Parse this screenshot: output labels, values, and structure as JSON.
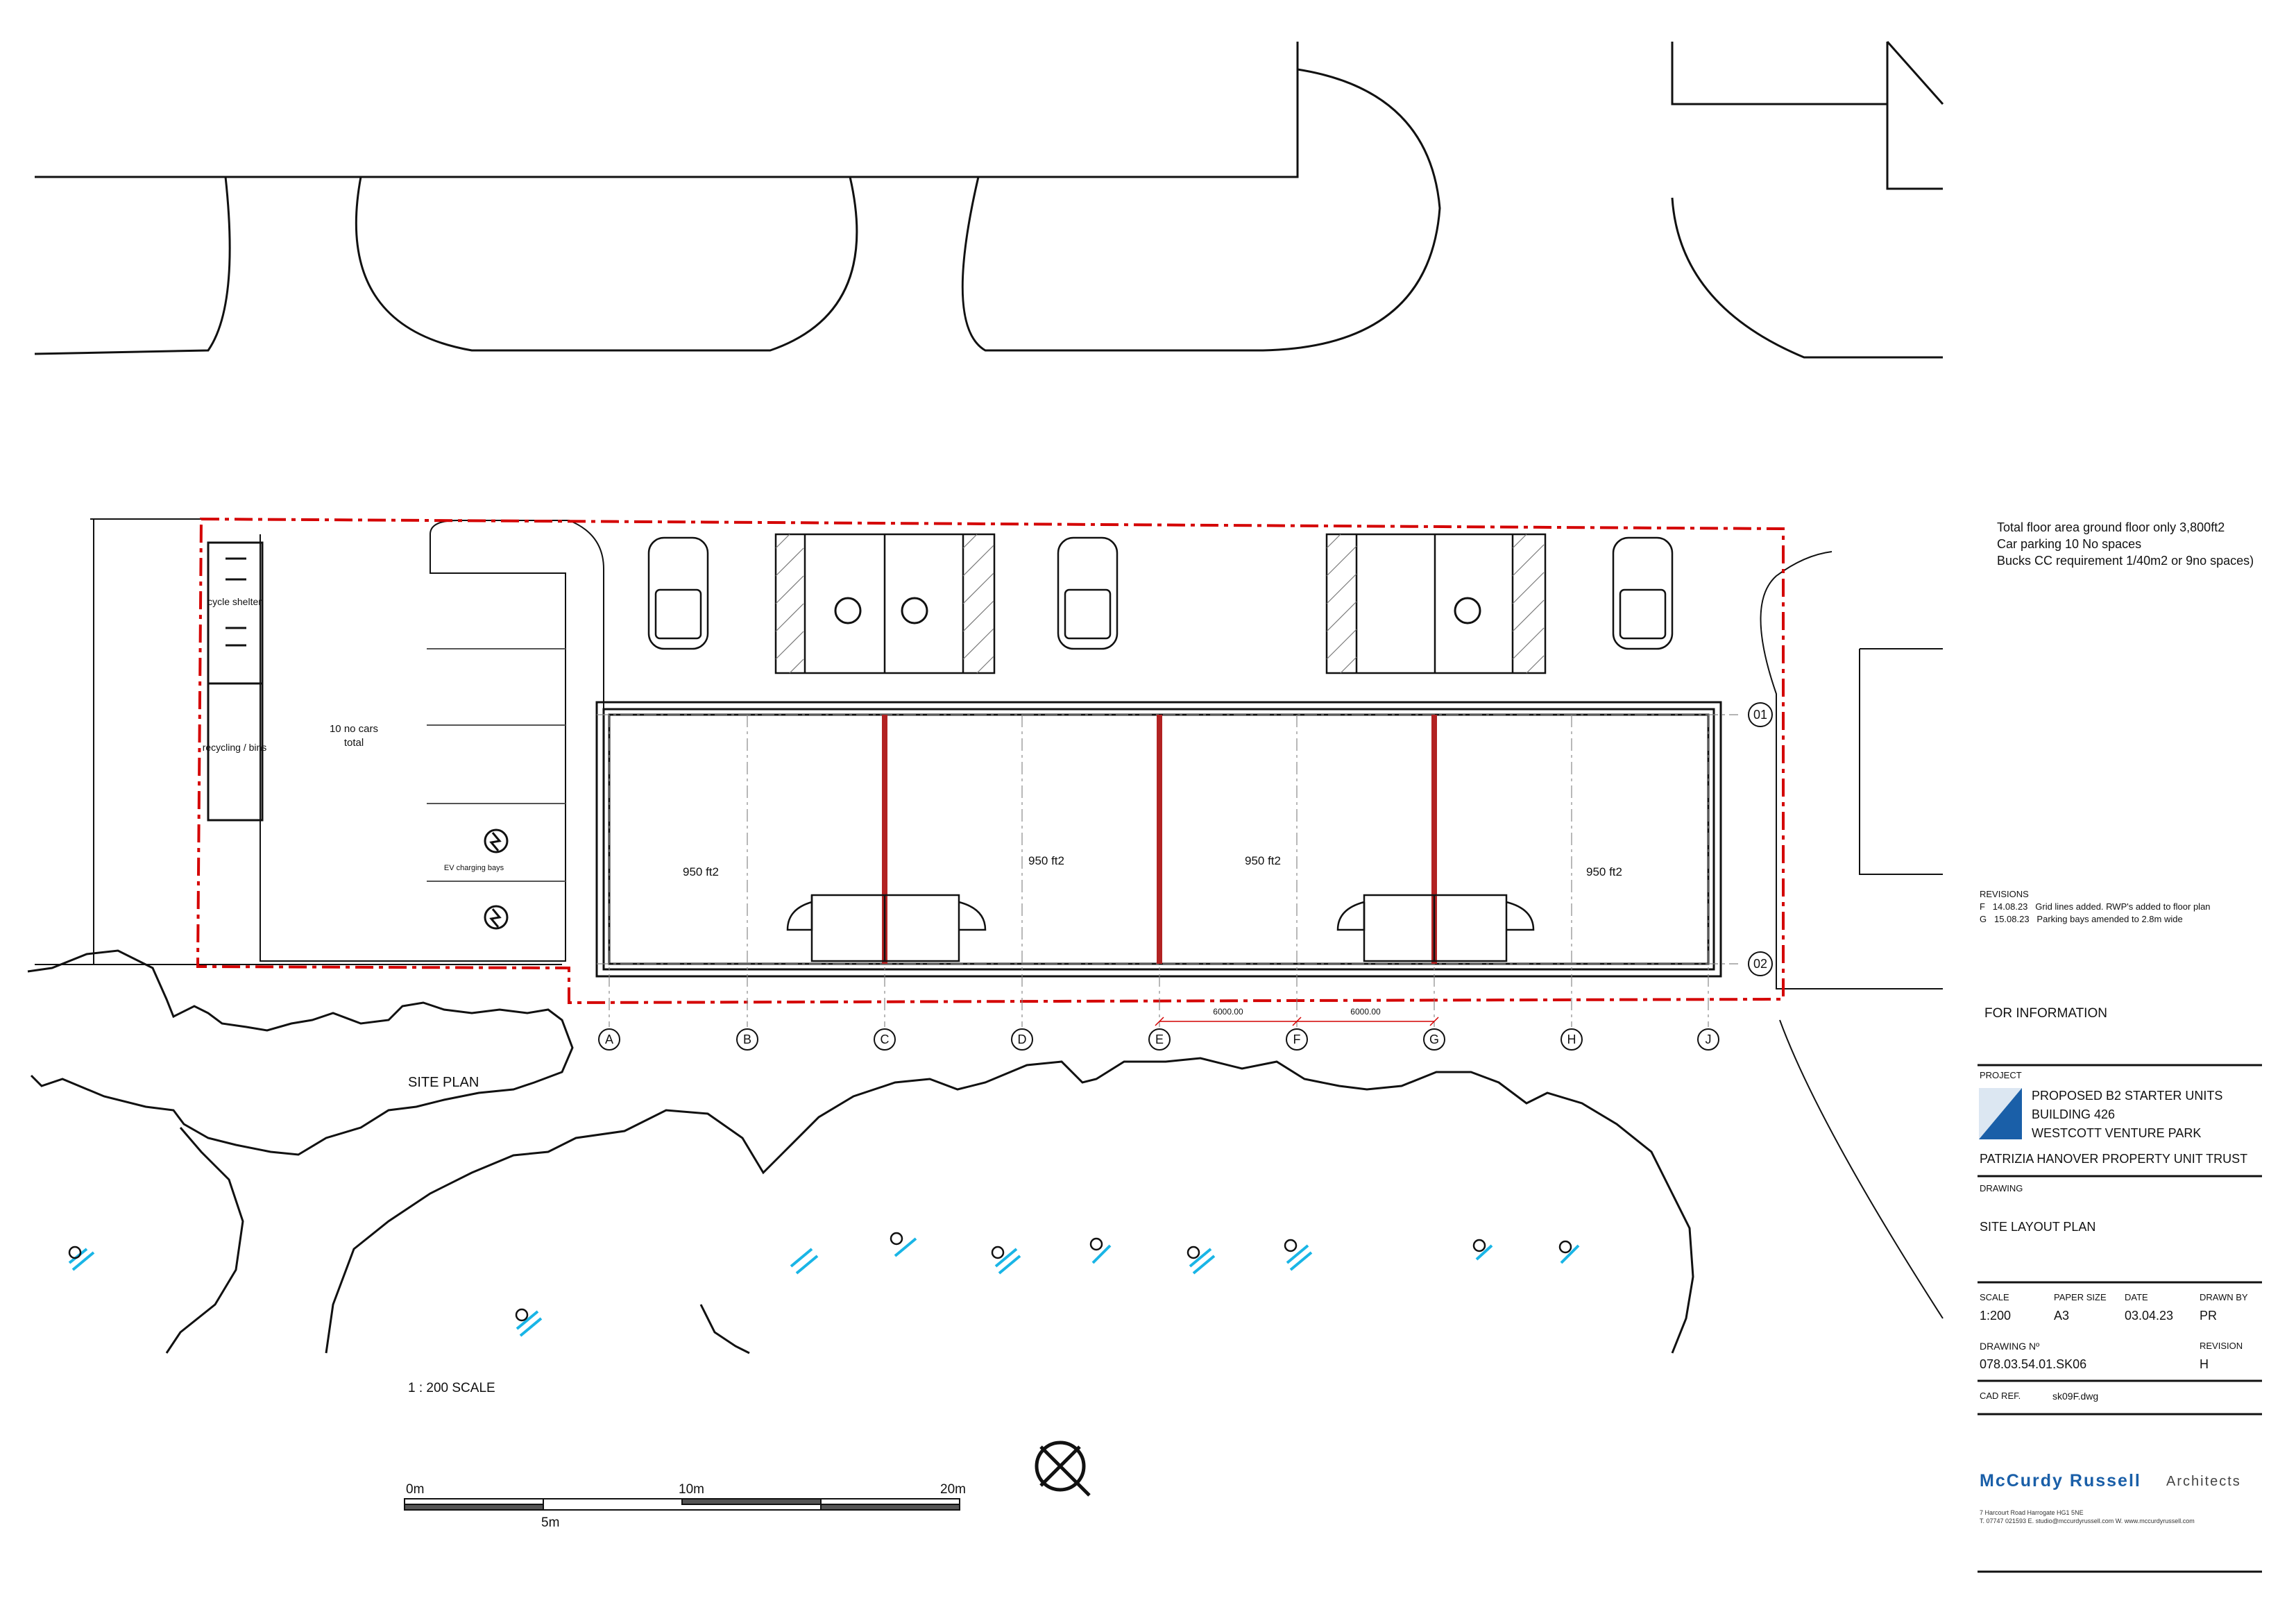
{
  "notes": {
    "line1": "Total floor area ground floor only 3,800ft2",
    "line2": "Car parking 10 No spaces",
    "line3": "Bucks CC requirement 1/40m2 or 9no spaces)"
  },
  "site": {
    "cycle_label": "cycle shelter",
    "recycling_label": "recycling / bins",
    "cars_label_1": "10 no cars",
    "cars_label_2": "total",
    "ev_label": "EV charging bays",
    "site_plan_label": "SITE PLAN",
    "scale_label": "1 : 200 SCALE",
    "scalebar": {
      "t0": "0m",
      "t5": "5m",
      "t10": "10m",
      "t20": "20m"
    }
  },
  "units": [
    {
      "area": "950 ft2"
    },
    {
      "area": "950 ft2"
    },
    {
      "area": "950 ft2"
    },
    {
      "area": "950 ft2"
    }
  ],
  "grid": {
    "columns": [
      "A",
      "B",
      "C",
      "D",
      "E",
      "F",
      "G",
      "H",
      "J"
    ],
    "rows": [
      "01",
      "02"
    ],
    "dim_ef": "6000.00",
    "dim_fg": "6000.00"
  },
  "revisions": {
    "heading": "REVISIONS",
    "items": [
      {
        "rev": "F",
        "date": "14.08.23",
        "text": "Grid lines added. RWP's added to floor plan"
      },
      {
        "rev": "G",
        "date": "15.08.23",
        "text": "Parking bays amended to 2.8m wide"
      }
    ]
  },
  "title_block": {
    "status": "FOR INFORMATION",
    "project_heading": "PROJECT",
    "project_line1": "PROPOSED B2 STARTER UNITS",
    "project_line2": "BUILDING 426",
    "project_line3": "WESTCOTT VENTURE PARK",
    "client": "PATRIZIA HANOVER PROPERTY UNIT TRUST",
    "drawing_heading": "DRAWING",
    "drawing_title": "SITE LAYOUT PLAN",
    "scale_h": "SCALE",
    "scale_v": "1:200",
    "paper_h": "PAPER SIZE",
    "paper_v": "A3",
    "date_h": "DATE",
    "date_v": "03.04.23",
    "drawn_h": "DRAWN BY",
    "drawn_v": "PR",
    "dwgno_h": "DRAWING Nº",
    "dwgno_v": "078.03.54.01.SK06",
    "rev_h": "REVISION",
    "rev_v": "H",
    "cad_h": "CAD REF.",
    "cad_v": "sk09F.dwg",
    "firm": "McCurdy Russell",
    "firm_suffix": "Architects",
    "address1": "7 Harcourt Road Harrogate HG1 5NE",
    "address2": "T. 07747 021593  E. studio@mccurdyrussell.com  W. www.mccurdyrussell.com"
  },
  "colors": {
    "boundary": "#d40000",
    "party_wall": "#b22222",
    "tree_tag": "#19b5e6",
    "logo": "#1a5fa8"
  }
}
